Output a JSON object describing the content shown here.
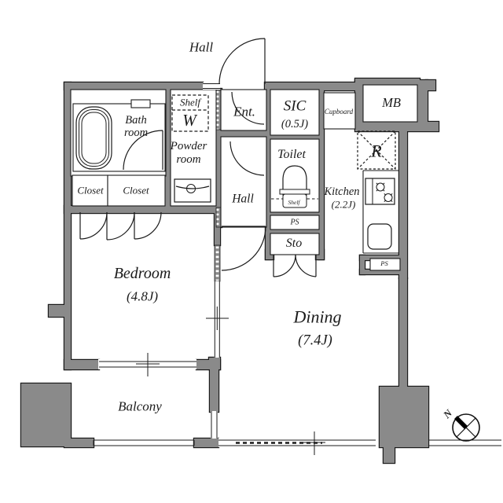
{
  "title": "Apartment floor plan",
  "colors": {
    "wall_gray": "#8a8a8a",
    "line": "#1b1b1b",
    "background": "#ffffff"
  },
  "labels": {
    "hall_upper": "Hall",
    "ent": "Ent.",
    "sic_name": "SIC",
    "sic_size": "(0.5J)",
    "cupboard": "Cupboard",
    "mb": "MB",
    "shelf": "Shelf",
    "washer": "W",
    "powder_room": "Powder\nroom",
    "bath_room": "Bath\nroom",
    "toilet": "Toilet",
    "toilet_shelf": "Shelf",
    "hall_lower": "Hall",
    "kitchen_name": "Kitchen",
    "kitchen_size": "(2.2J)",
    "fridge": "R",
    "closet_left": "Closet",
    "closet_right": "Closet",
    "ps_upper": "PS",
    "sto": "Sto",
    "ps_kitchen": "PS",
    "bedroom_name": "Bedroom",
    "bedroom_size": "(4.8J)",
    "dining_name": "Dining",
    "dining_size": "(7.4J)",
    "balcony": "Balcony",
    "compass_north": "N"
  }
}
